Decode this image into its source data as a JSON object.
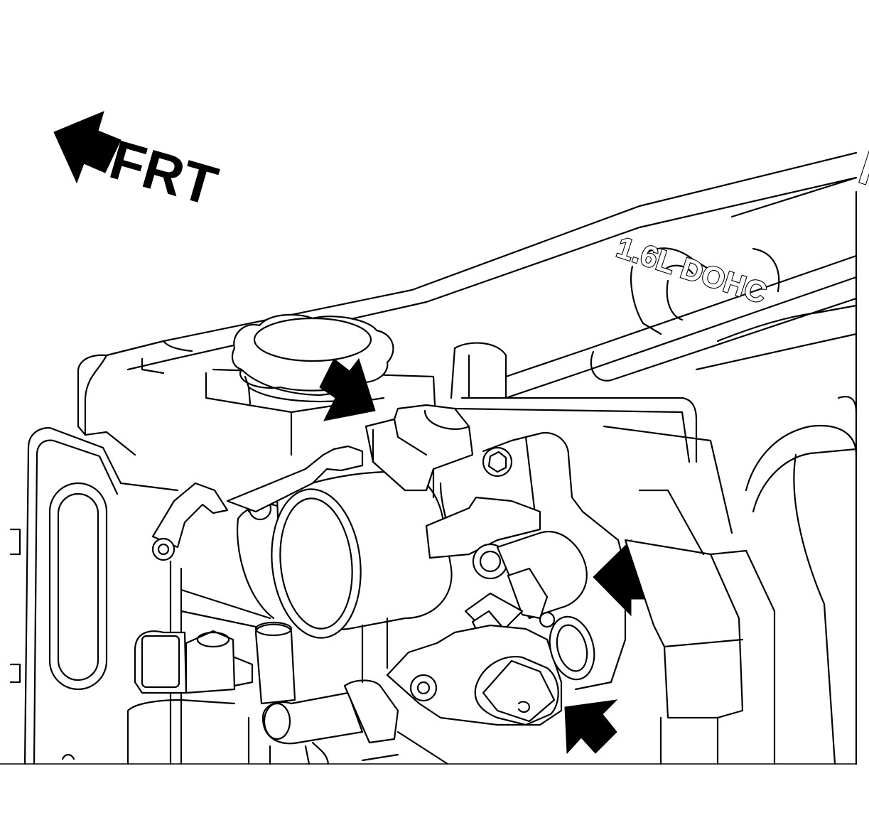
{
  "direction_label": "FRT",
  "cover_embossing": {
    "engine_code": "1.6L DOHC",
    "brand_partial": "MUSS"
  }
}
